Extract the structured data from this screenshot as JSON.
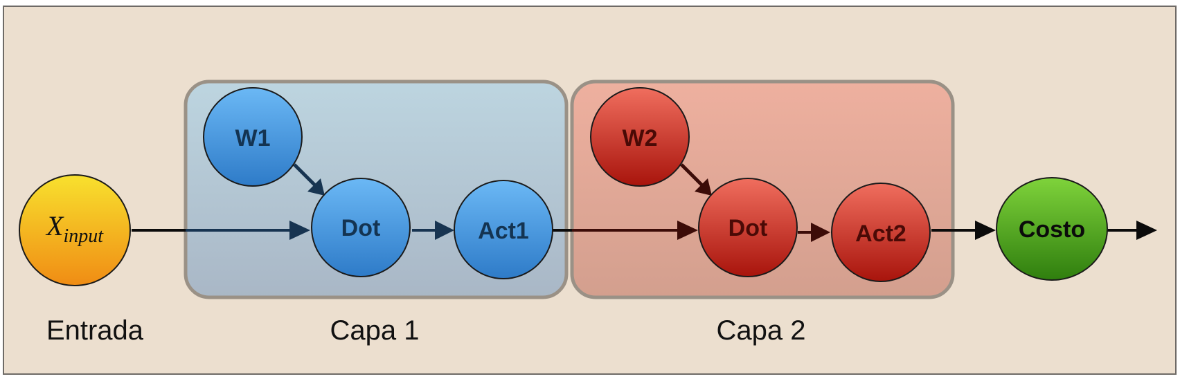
{
  "colors": {
    "background": "#ECDFCF",
    "frame_border": "#6E6A66",
    "layer1_fill": "#B5C9D7",
    "layer2_fill": "#E3AA99",
    "group_border": "#9A9186",
    "blue_node_top": "#6BB8F5",
    "blue_node_bottom": "#2E7BC8",
    "blue_text": "#143452",
    "red_node_top": "#F06E5E",
    "red_node_bottom": "#A8140C",
    "red_text": "#4A0A06",
    "yellow_node_top": "#F8E12E",
    "yellow_node_bottom": "#F08C14",
    "green_node_top": "#7FD33B",
    "green_node_bottom": "#2F7E0E",
    "arrow_black": "#0B0B0B",
    "arrow_blue": "#173451",
    "arrow_red": "#3C0C08"
  },
  "input_node": {
    "base": "X",
    "subscript": "input",
    "label": "Entrada"
  },
  "layer1": {
    "label": "Capa 1",
    "weight": "W1",
    "dot": "Dot",
    "activation": "Act1"
  },
  "layer2": {
    "label": "Capa 2",
    "weight": "W2",
    "dot": "Dot",
    "activation": "Act2"
  },
  "cost_node": {
    "label": "Costo"
  }
}
